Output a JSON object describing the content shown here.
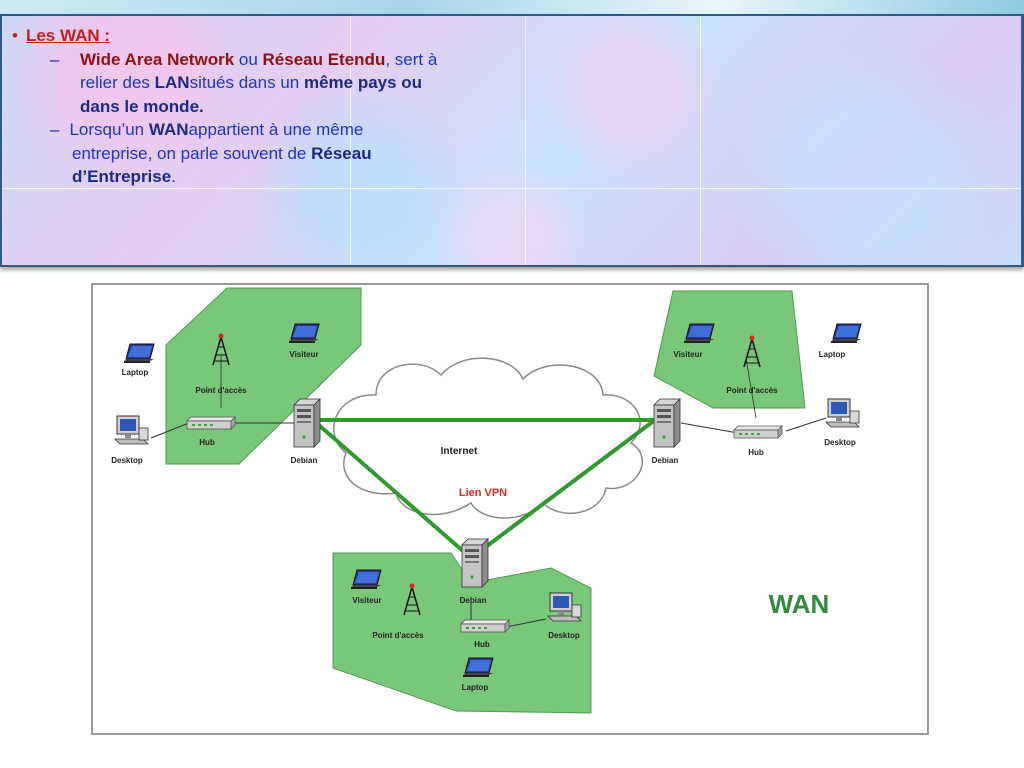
{
  "slide": {
    "bullet_char": "•",
    "dash_char": "–",
    "heading": "Les WAN :",
    "item1": {
      "term1": "Wide Area Network",
      "conn1": " ou ",
      "term2": "Réseau Etendu",
      "rest1": ", sert à",
      "line2a": "relier des ",
      "lan": "LAN",
      "line2b": "situés dans un ",
      "line2c": "même pays ou",
      "line3": "dans le monde."
    },
    "item2": {
      "line1a": "Lorsqu’un ",
      "wan": "WAN",
      "line1b": "appartient à une même",
      "line2a": "entreprise, on parle souvent de ",
      "line2b": "Réseau",
      "line3a": "d’Entreprise",
      "line3b": "."
    }
  },
  "diagram": {
    "cloud_label": "Internet",
    "vpn_label": "Lien VPN",
    "wan_label": "WAN",
    "left": {
      "laptop": "Laptop",
      "visitor": "Visiteur",
      "access_point": "Point d'accès",
      "hub": "Hub",
      "desktop": "Desktop",
      "server": "Debian"
    },
    "right": {
      "laptop": "Laptop",
      "visitor": "Visiteur",
      "access_point": "Point d'accès",
      "hub": "Hub",
      "desktop": "Desktop",
      "server": "Debian"
    },
    "bottom": {
      "laptop": "Laptop",
      "visitor": "Visiteur",
      "access_point": "Point d'accès",
      "hub": "Hub",
      "desktop": "Desktop",
      "server": "Debian"
    },
    "colors": {
      "zone_fill": "#79c779",
      "vpn_line": "#2e9b2e",
      "vpn_text": "#d62a1a",
      "wan_text": "#2e8b3a",
      "panel_border": "#2e5c86"
    }
  }
}
